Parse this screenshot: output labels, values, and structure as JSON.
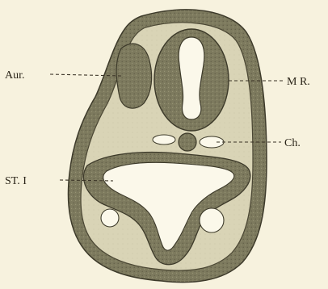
{
  "figure": {
    "labels": {
      "aur": "Aur.",
      "mr": "M R.",
      "ch": "Ch.",
      "st": "ST. I"
    }
  }
}
